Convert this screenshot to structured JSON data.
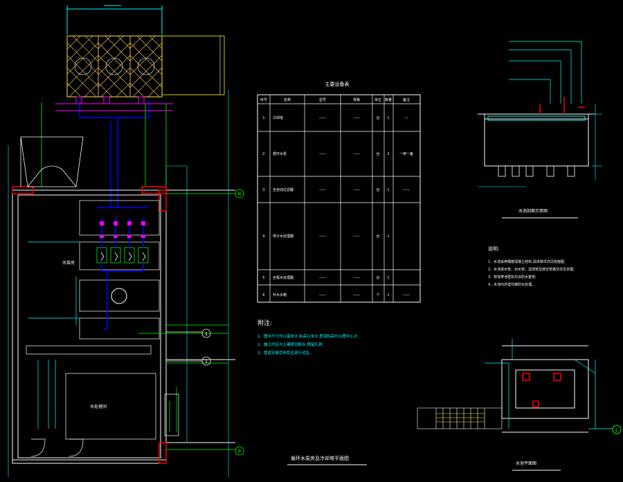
{
  "drawing": {
    "main_plan_title": "循环水泵房及冷却塔平面图",
    "table_title": "主要设备表",
    "notes_heading": "附注:",
    "notes": [
      "1、图中尺寸均以毫米计,标高以米计,管道标高均以管中心计;",
      "2、施工时应与土建密切配合,预留孔洞;",
      "3、管道安装完毕后应进行试压。"
    ],
    "right_notes_heading": "说明:",
    "right_notes": [
      "1、水池采用钢筋混凝土结构,具体做法详见结施图;",
      "2、水池进水管、出水管、溢流管及放空管做法详见本图;",
      "3、管道穿池壁处均设防水套管;",
      "4、水池内外壁均做防水处理。"
    ],
    "tank_section_title": "水池剖面示意图",
    "tank_plan_title": "水池平面图",
    "axis_labels": [
      "R",
      "1",
      "1",
      "P",
      "L"
    ],
    "room_labels": [
      "水泵房",
      "水处理间"
    ],
    "colors": {
      "background": "#000000",
      "wall": "#ffffff",
      "pipe": "#00ffff",
      "equipment": "#ffff00",
      "green": "#00ff00",
      "blue": "#0000ff",
      "red": "#ff0000",
      "magenta": "#ff00ff"
    }
  },
  "equipment_table": {
    "headers": [
      "序号",
      "名称",
      "型号",
      "规格",
      "单位",
      "数量",
      "备注"
    ],
    "rows": [
      {
        "no": "1",
        "name": "冷却塔",
        "model": "——",
        "spec": "——",
        "unit": "台",
        "qty": "1",
        "note": "—"
      },
      {
        "no": "2",
        "name": "循环水泵",
        "model": "——",
        "spec": "——",
        "unit": "台",
        "qty": "2",
        "note": "一用一备"
      },
      {
        "no": "3",
        "name": "全自动过滤器",
        "model": "——",
        "spec": "——",
        "unit": "台",
        "qty": "1",
        "note": "——"
      },
      {
        "no": "4",
        "name": "电子水处理器",
        "model": "——",
        "spec": "——",
        "unit": "台",
        "qty": "1",
        "note": ""
      },
      {
        "no": "5",
        "name": "全程水处理器",
        "model": "——",
        "spec": "——",
        "unit": "台",
        "qty": "1",
        "note": ""
      },
      {
        "no": "6",
        "name": "补水水箱",
        "model": "——",
        "spec": "——",
        "unit": "个",
        "qty": "1",
        "note": "——"
      }
    ]
  }
}
